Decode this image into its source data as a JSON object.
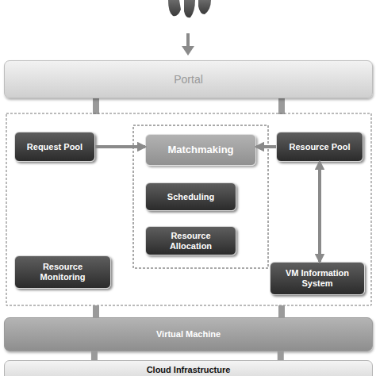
{
  "diagram": {
    "nodes": [
      {
        "text": [
          "Portal"
        ]
      },
      {
        "text": [
          "Request Pool"
        ]
      },
      {
        "text": [
          "Matchmaking"
        ]
      },
      {
        "text": [
          "Resource Pool"
        ]
      },
      {
        "text": [
          "Scheduling"
        ]
      },
      {
        "text": [
          "Resource Allocation"
        ]
      },
      {
        "text": [
          "Resource Monitoring"
        ]
      },
      {
        "text": [
          "VM Information System"
        ]
      },
      {
        "text": [
          "Virtual Machine"
        ]
      },
      {
        "text": [
          "Cloud Infrastructure"
        ]
      }
    ],
    "edges": [
      {
        "from": 1,
        "to": 2,
        "arrow": "to"
      },
      {
        "from": 3,
        "to": 2,
        "arrow": "to"
      },
      {
        "from": 3,
        "to": 7,
        "arrow": "both"
      },
      {
        "from": 8,
        "to": 9,
        "arrow": "none"
      },
      {
        "from": 8,
        "to": 9,
        "arrow": "none"
      }
    ]
  }
}
